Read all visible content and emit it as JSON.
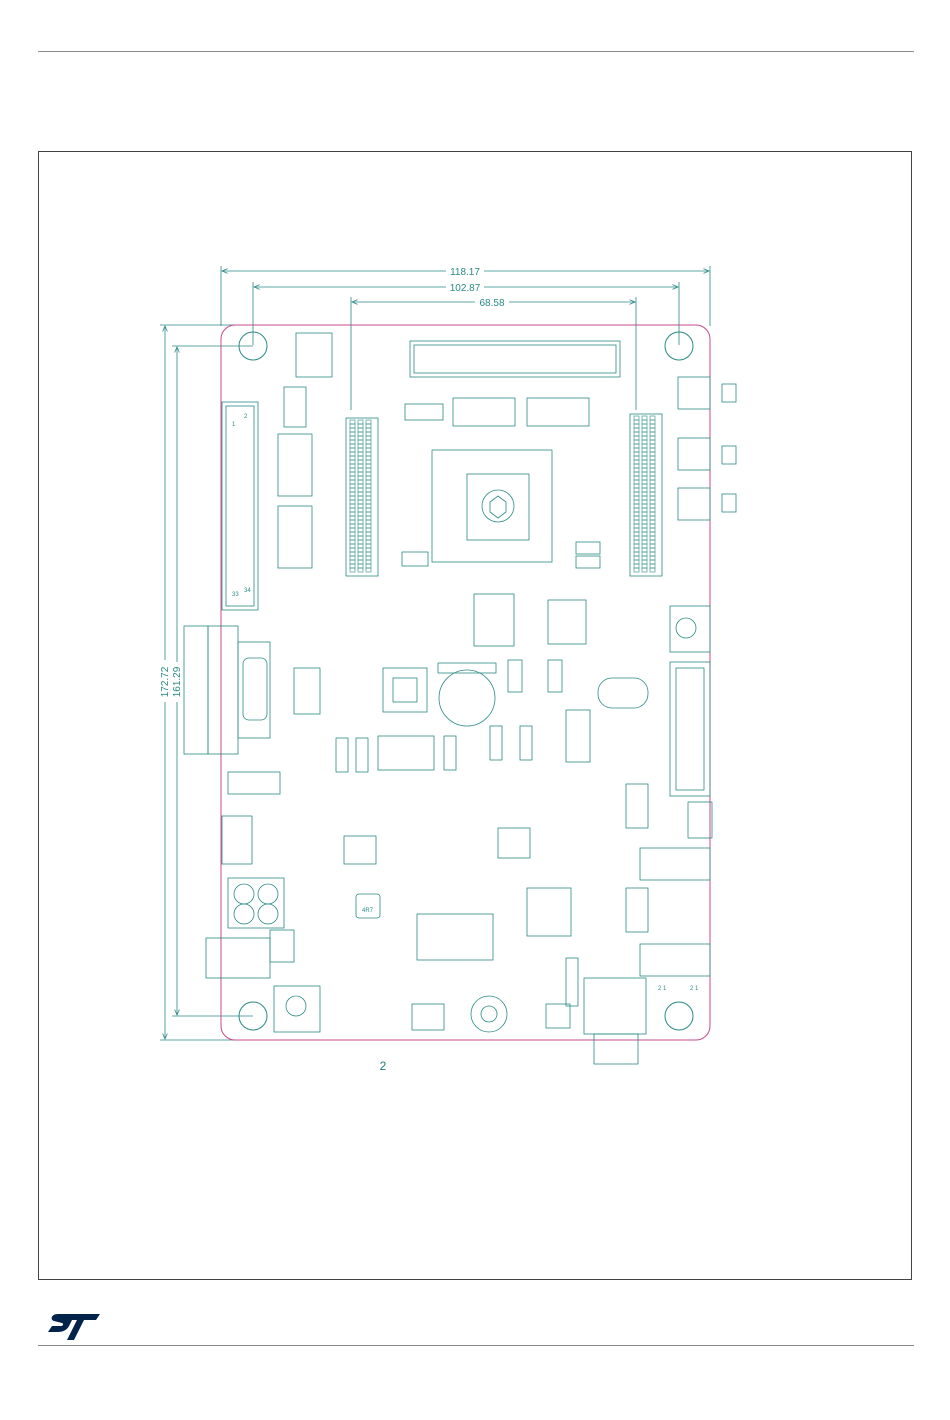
{
  "dimensions": {
    "width_outer": "118.17",
    "width_middle": "102.87",
    "width_inner": "68.58",
    "height_outer": "172.72",
    "height_inner": "161.29"
  },
  "figure_label": "2",
  "silkscreen": {
    "ribbon_pin_1": "1",
    "ribbon_pin_2": "2",
    "ribbon_pin_33": "33",
    "ribbon_pin_34": "34",
    "inductor": "4R7",
    "jumper_a": "2 1",
    "jumper_b": "2 1"
  },
  "logo": {
    "name": "st-logo",
    "color": "#03234b"
  },
  "colors": {
    "outline": "#c64b8c",
    "silk": "#2a8a86",
    "rule": "#8a8a8a"
  }
}
